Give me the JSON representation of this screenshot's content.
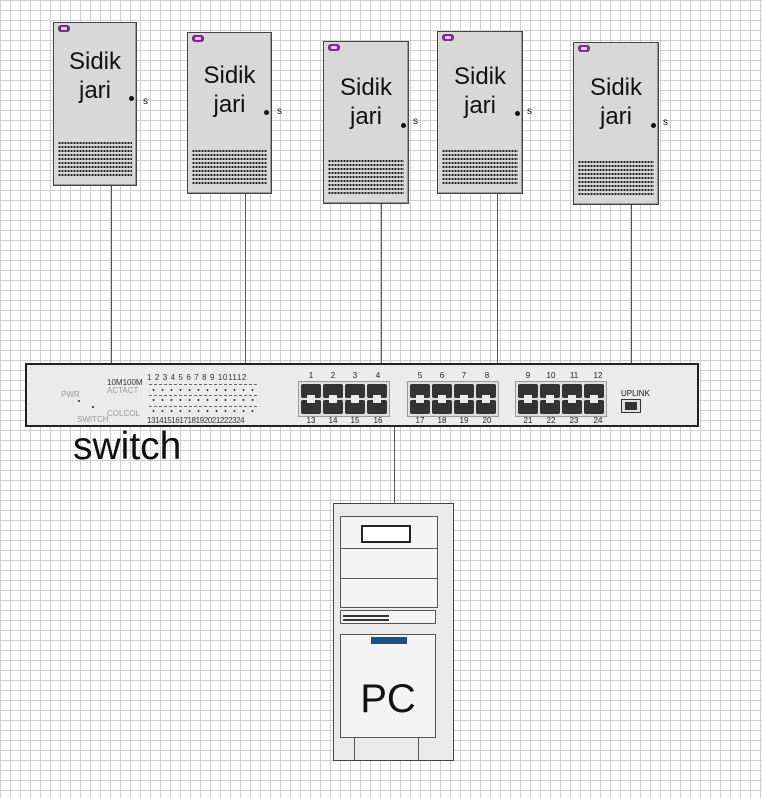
{
  "fingerprint_devices": [
    {
      "label": "Sidik\njari",
      "port_label": "s"
    },
    {
      "label": "Sidik\njari",
      "port_label": "s"
    },
    {
      "label": "Sidik\njari",
      "port_label": "s"
    },
    {
      "label": "Sidik\njari",
      "port_label": "s"
    },
    {
      "label": "Sidik\njari",
      "port_label": "s"
    }
  ],
  "switch": {
    "caption": "switch",
    "pwr": "PWR",
    "switch_small": "SWITCH",
    "speed": "10M100M",
    "actact": "ACTACT",
    "colcol": "COLCOL",
    "led_top_numbers": "1 2 3 4 5 6 7 8 9 101112",
    "led_bottom_numbers": "131415161718192021222324",
    "port_top_numbers": [
      "1",
      "2",
      "3",
      "4",
      "5",
      "6",
      "7",
      "8",
      "9",
      "10",
      "11",
      "12"
    ],
    "port_bottom_numbers": [
      "13",
      "14",
      "15",
      "16",
      "17",
      "18",
      "19",
      "20",
      "21",
      "22",
      "23",
      "24"
    ],
    "uplink": "UPLINK"
  },
  "pc": {
    "label": "PC"
  }
}
